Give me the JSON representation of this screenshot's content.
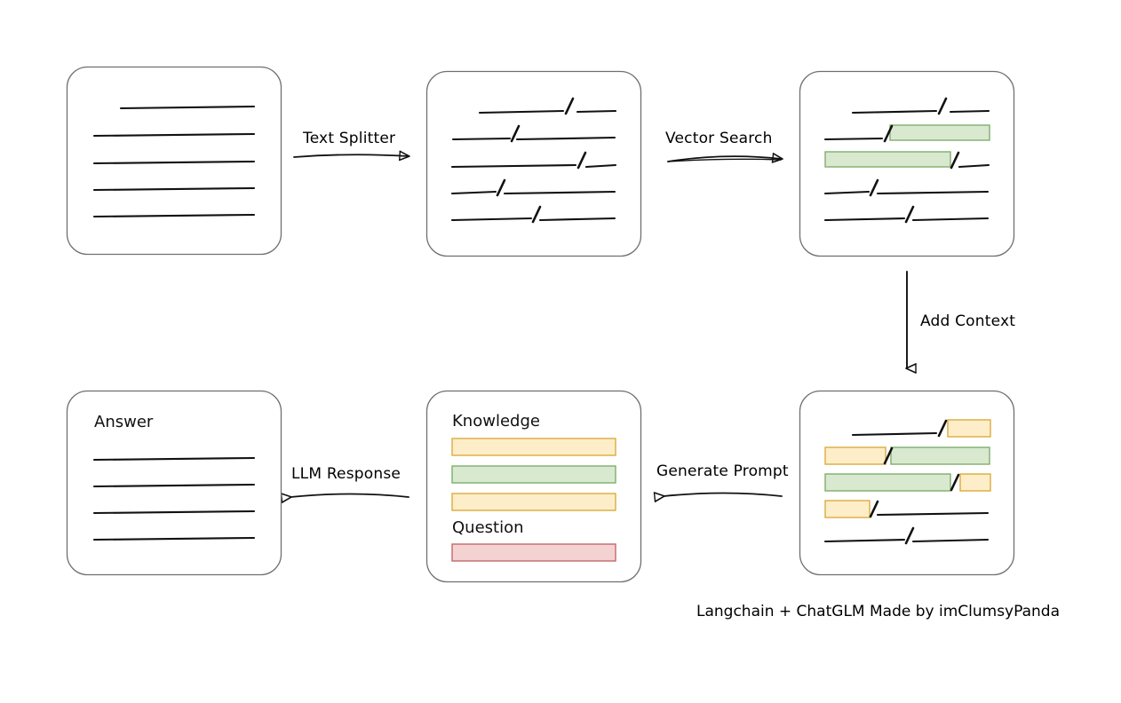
{
  "diagram": {
    "title_note": "Langchain + ChatGLM Made by imClumsyPanda",
    "colors": {
      "box_border": "#6f6f6f",
      "ink": "#111111",
      "highlight_green_fill": "#d8e9d0",
      "highlight_green_border": "#7fae6c",
      "highlight_yellow_fill": "#fdeec9",
      "highlight_yellow_border": "#dbab3c",
      "highlight_red_fill": "#f5d2d2",
      "highlight_red_border": "#c26868",
      "background": "#ffffff"
    },
    "arrows": [
      {
        "name": "text-splitter-arrow",
        "label": "Text Splitter",
        "direction": "right"
      },
      {
        "name": "vector-search-arrow",
        "label": "Vector Search",
        "direction": "right"
      },
      {
        "name": "add-context-arrow",
        "label": "Add Context",
        "direction": "down"
      },
      {
        "name": "generate-prompt-arrow",
        "label": "Generate Prompt",
        "direction": "left"
      },
      {
        "name": "llm-response-arrow",
        "label": "LLM Response",
        "direction": "left"
      }
    ],
    "nodes": [
      {
        "name": "raw-document-box",
        "title": "",
        "lines": [
          [
            {
              "type": "rule",
              "w": 150,
              "indent": 30
            }
          ],
          [
            {
              "type": "rule",
              "w": 180,
              "indent": 0
            }
          ],
          [
            {
              "type": "rule",
              "w": 180,
              "indent": 0
            }
          ],
          [
            {
              "type": "rule",
              "w": 180,
              "indent": 0
            }
          ],
          [
            {
              "type": "rule",
              "w": 180,
              "indent": 0
            }
          ]
        ]
      },
      {
        "name": "split-chunks-box",
        "title": "",
        "lines": [
          [
            {
              "type": "rule",
              "w": 95,
              "indent": 60
            },
            {
              "type": "slash"
            },
            {
              "type": "rule",
              "w": 45
            }
          ],
          [
            {
              "type": "rule",
              "w": 65,
              "indent": 0
            },
            {
              "type": "slash"
            },
            {
              "type": "rule",
              "w": 110
            }
          ],
          [
            {
              "type": "rule",
              "w": 140,
              "indent": 0
            },
            {
              "type": "slash"
            },
            {
              "type": "rule",
              "w": 35
            }
          ],
          [
            {
              "type": "rule",
              "w": 50,
              "indent": 0
            },
            {
              "type": "slash"
            },
            {
              "type": "rule",
              "w": 125
            }
          ],
          [
            {
              "type": "rule",
              "w": 90,
              "indent": 0
            },
            {
              "type": "slash"
            },
            {
              "type": "rule",
              "w": 85
            }
          ]
        ]
      },
      {
        "name": "retrieved-chunks-box",
        "title": "",
        "lines": [
          [
            {
              "type": "rule",
              "w": 95,
              "indent": 60
            },
            {
              "type": "slash"
            },
            {
              "type": "rule",
              "w": 45
            }
          ],
          [
            {
              "type": "rule",
              "w": 65,
              "indent": 0
            },
            {
              "type": "slash"
            },
            {
              "type": "hl",
              "color": "green",
              "w": 110
            }
          ],
          [
            {
              "type": "hl",
              "color": "green",
              "w": 140,
              "indent": 0
            },
            {
              "type": "slash"
            },
            {
              "type": "rule",
              "w": 35
            }
          ],
          [
            {
              "type": "rule",
              "w": 50,
              "indent": 0
            },
            {
              "type": "slash"
            },
            {
              "type": "rule",
              "w": 125
            }
          ],
          [
            {
              "type": "rule",
              "w": 90,
              "indent": 0
            },
            {
              "type": "slash"
            },
            {
              "type": "rule",
              "w": 85
            }
          ]
        ]
      },
      {
        "name": "context-augmented-box",
        "title": "",
        "lines": [
          [
            {
              "type": "rule",
              "w": 95,
              "indent": 60
            },
            {
              "type": "slash"
            },
            {
              "type": "hl",
              "color": "yellow",
              "w": 45
            }
          ],
          [
            {
              "type": "hl",
              "color": "yellow",
              "w": 65,
              "indent": 0
            },
            {
              "type": "slash"
            },
            {
              "type": "hl",
              "color": "green",
              "w": 110
            }
          ],
          [
            {
              "type": "hl",
              "color": "green",
              "w": 140,
              "indent": 0
            },
            {
              "type": "slash"
            },
            {
              "type": "hl",
              "color": "yellow",
              "w": 35
            }
          ],
          [
            {
              "type": "hl",
              "color": "yellow",
              "w": 50,
              "indent": 0
            },
            {
              "type": "slash"
            },
            {
              "type": "rule",
              "w": 125
            }
          ],
          [
            {
              "type": "rule",
              "w": 90,
              "indent": 0
            },
            {
              "type": "slash"
            },
            {
              "type": "rule",
              "w": 85
            }
          ]
        ]
      },
      {
        "name": "prompt-box",
        "sections": [
          {
            "heading": "Knowledge",
            "bars": [
              "yellow",
              "green",
              "yellow"
            ]
          },
          {
            "heading": "Question",
            "bars": [
              "red"
            ]
          }
        ]
      },
      {
        "name": "answer-box",
        "title": "Answer",
        "lines": [
          [
            {
              "type": "rule",
              "w": 180,
              "indent": 0
            }
          ],
          [
            {
              "type": "rule",
              "w": 180,
              "indent": 0
            }
          ],
          [
            {
              "type": "rule",
              "w": 180,
              "indent": 0
            }
          ],
          [
            {
              "type": "rule",
              "w": 180,
              "indent": 0
            }
          ]
        ]
      }
    ]
  }
}
